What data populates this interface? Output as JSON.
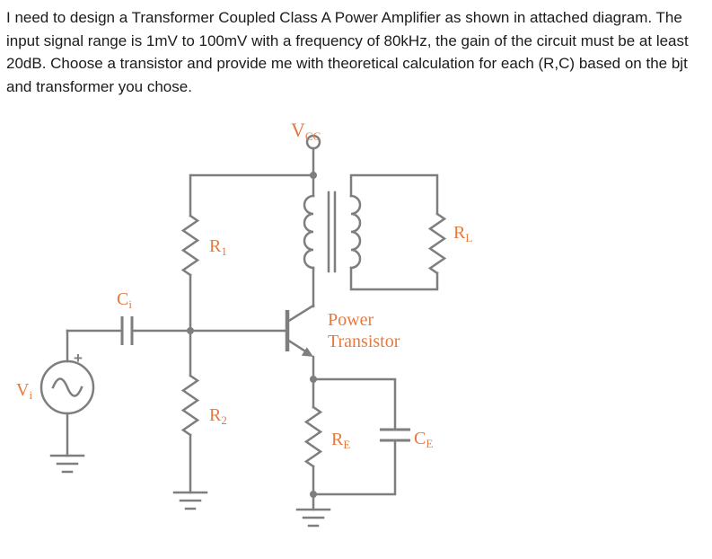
{
  "question": {
    "text": "I need to design a Transformer Coupled Class A Power Amplifier as shown in attached diagram. The input signal range is 1mV to 100mV with a frequency of 80kHz, the gain of the circuit must be at least 20dB. Choose a transistor and provide me with theoretical calculation for each (R,C) based on the bjt and transformer you chose."
  },
  "circuit": {
    "labels": {
      "vcc": {
        "main": "V",
        "sub": "CC"
      },
      "r1": {
        "main": "R",
        "sub": "1"
      },
      "r2": {
        "main": "R",
        "sub": "2"
      },
      "rl": {
        "main": "R",
        "sub": "L"
      },
      "re": {
        "main": "R",
        "sub": "E"
      },
      "ci": {
        "main": "C",
        "sub": "i"
      },
      "ce": {
        "main": "C",
        "sub": "E"
      },
      "vi": {
        "main": "V",
        "sub": "i"
      },
      "transistor_line1": "Power",
      "transistor_line2": "Transistor",
      "source_polarity": "+"
    },
    "colors": {
      "wire": "#7e7e7e",
      "label_orange": "#e8793e"
    }
  }
}
